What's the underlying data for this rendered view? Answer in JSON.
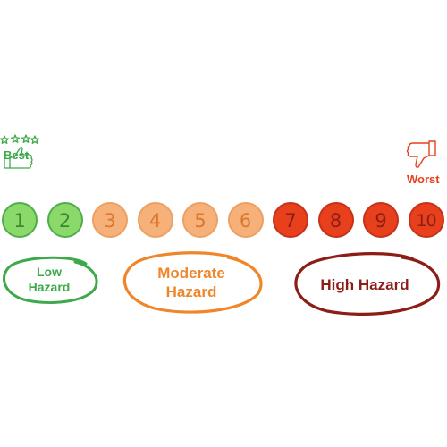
{
  "labels": {
    "best": "Best",
    "worst": "Worst"
  },
  "icons": {
    "best": "thumbs-up-with-stars-icon",
    "worst": "thumbs-down-icon"
  },
  "scale": [
    {
      "value": "1",
      "level": "low"
    },
    {
      "value": "2",
      "level": "low"
    },
    {
      "value": "3",
      "level": "moderate"
    },
    {
      "value": "4",
      "level": "moderate"
    },
    {
      "value": "5",
      "level": "moderate"
    },
    {
      "value": "6",
      "level": "moderate"
    },
    {
      "value": "7",
      "level": "high"
    },
    {
      "value": "8",
      "level": "high"
    },
    {
      "value": "9",
      "level": "high"
    },
    {
      "value": "10",
      "level": "high"
    }
  ],
  "zones": {
    "low": {
      "line1": "Low",
      "line2": "Hazard"
    },
    "moderate": {
      "line1": "Moderate",
      "line2": "Hazard"
    },
    "high": {
      "line1": "High Hazard"
    }
  },
  "colors": {
    "low_fill": "#8bd96a",
    "low_border": "#4fae4a",
    "low_text": "#3b8a2e",
    "moderate_fill": "#f6b079",
    "moderate_border": "#eda060",
    "moderate_text": "#d9782e",
    "high_fill": "#e8401c",
    "high_border": "#c7301a",
    "high_text": "#8c1d17",
    "best": "#3daa4a",
    "worst": "#e8401c"
  }
}
